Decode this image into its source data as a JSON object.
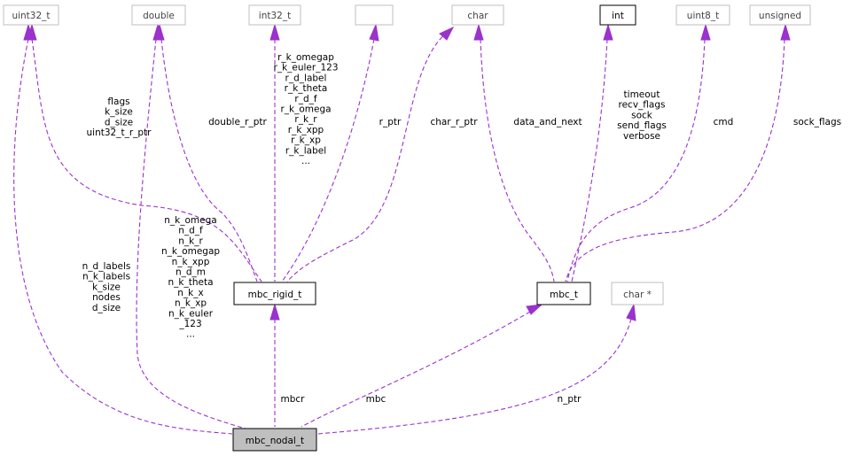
{
  "nodes": {
    "uint32_t": "uint32_t",
    "double": "double",
    "int32_t": "int32_t",
    "empty": "",
    "char": "char",
    "int": "int",
    "uint8_t": "uint8_t",
    "unsigned": "unsigned",
    "mbc_rigid_t": "mbc_rigid_t",
    "mbc_t": "mbc_t",
    "char_ptr": "char *",
    "mbc_nodal_t": "mbc_nodal_t"
  },
  "edge_labels": {
    "uint32_rigid": [
      "flags",
      "k_size",
      "d_size",
      "uint32_t_r_ptr"
    ],
    "double_rigid": [
      "double_r_ptr"
    ],
    "int32_rigid": [
      "r_k_omegap",
      "r_k_euler_123",
      "r_d_label",
      "r_k_theta",
      "r_d_f",
      "r_k_omega",
      "r_k_r",
      "r_k_xpp",
      "r_k_xp",
      "r_k_label",
      "..."
    ],
    "empty_rigid": [
      "r_ptr"
    ],
    "char_rigid": [
      "char_r_ptr"
    ],
    "char_mbc": [
      "data_and_next"
    ],
    "int_mbc": [
      "timeout",
      "recv_flags",
      "sock",
      "send_flags",
      "verbose"
    ],
    "uint8_mbc": [
      "cmd"
    ],
    "unsigned_mbc": [
      "sock_flags"
    ],
    "uint32_nodal": [
      "n_d_labels",
      "n_k_labels",
      "k_size",
      "nodes",
      "d_size"
    ],
    "double_nodal": [
      "n_k_omega",
      "n_d_f",
      "n_k_r",
      "n_k_omegap",
      "n_k_xpp",
      "n_d_m",
      "n_k_theta",
      "n_k_x",
      "n_k_xp",
      "n_k_euler",
      "_123",
      "..."
    ],
    "rigid_nodal": [
      "mbcr"
    ],
    "mbc_nodal": [
      "mbc"
    ],
    "charptr_nodal": [
      "n_ptr"
    ]
  },
  "colors": {
    "edge": "#9a32cd",
    "node_border_external": "#bfbfbf",
    "node_border_documented": "#000000",
    "focus_fill": "#bfbfbf"
  }
}
